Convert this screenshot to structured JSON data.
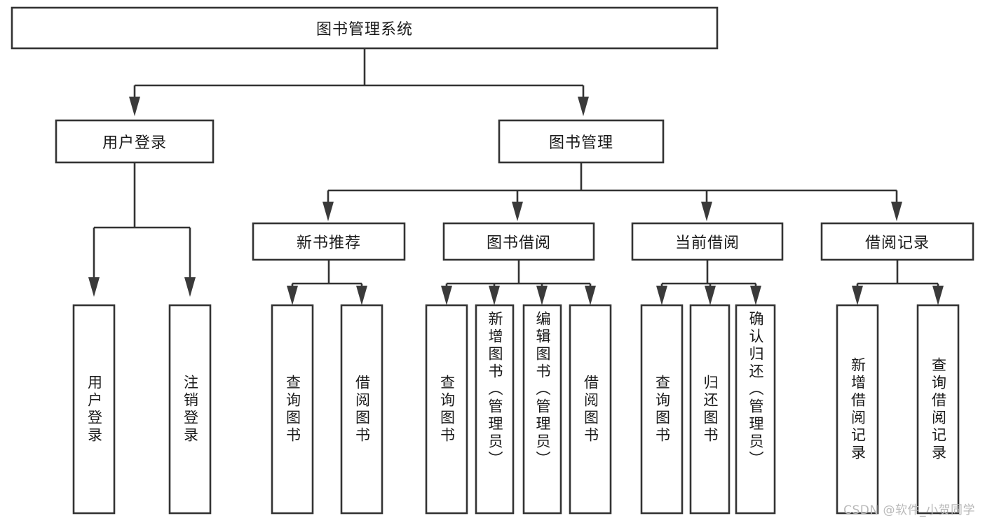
{
  "diagram": {
    "type": "tree",
    "title": "图书管理系统",
    "background_color": "#ffffff",
    "line_color": "#333333",
    "text_color": "#1a1a1a",
    "root": {
      "label": "图书管理系统"
    },
    "level2": [
      {
        "label": "用户登录"
      },
      {
        "label": "图书管理"
      }
    ],
    "level3": [
      {
        "label": "新书推荐"
      },
      {
        "label": "图书借阅"
      },
      {
        "label": "当前借阅"
      },
      {
        "label": "借阅记录"
      }
    ],
    "leaves": {
      "user_login": [
        {
          "label": "用户登录"
        },
        {
          "label": "注销登录"
        }
      ],
      "new_book": [
        {
          "label": "查询图书"
        },
        {
          "label": "借阅图书"
        }
      ],
      "book_borrow": [
        {
          "label": "查询图书"
        },
        {
          "label": "新增图书（管理员）"
        },
        {
          "label": "编辑图书（管理员）"
        },
        {
          "label": "借阅图书"
        }
      ],
      "current_borrow": [
        {
          "label": "查询图书"
        },
        {
          "label": "归还图书"
        },
        {
          "label": "确认归还（管理员）"
        }
      ],
      "borrow_record": [
        {
          "label": "新增借阅记录"
        },
        {
          "label": "查询借阅记录"
        }
      ]
    }
  },
  "watermark": {
    "text": "CSDN @软件_小贺同学"
  }
}
